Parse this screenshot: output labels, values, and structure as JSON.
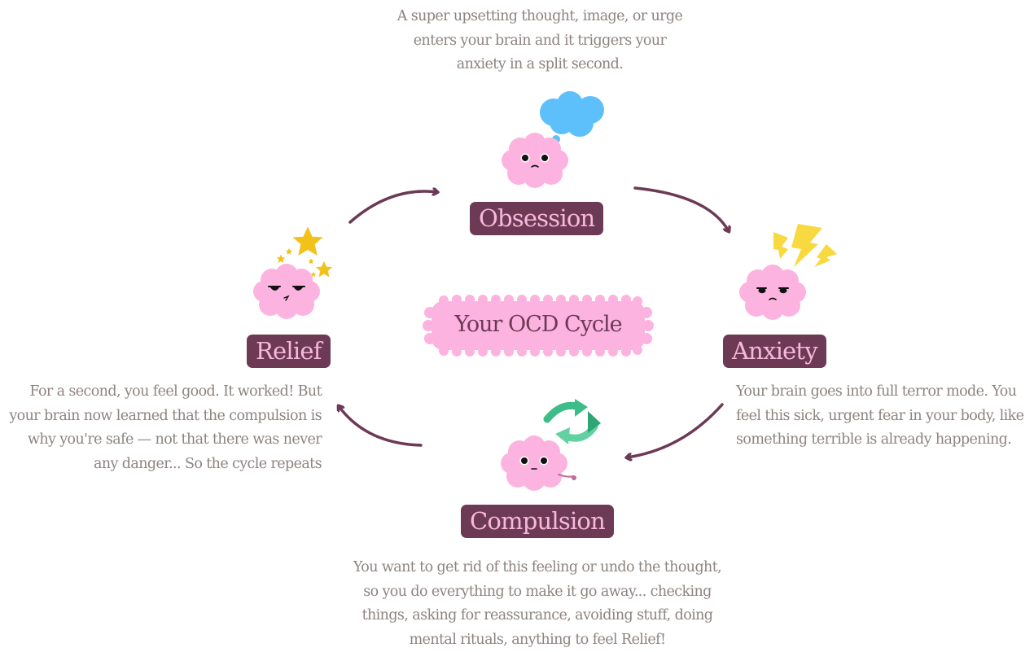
{
  "center": {
    "title": "Your OCD Cycle"
  },
  "stages": {
    "obsession": {
      "label": "Obsession",
      "description": "A super upsetting thought, image, or urge enters your brain and it triggers your anxiety in a split second."
    },
    "anxiety": {
      "label": "Anxiety",
      "description": "Your brain goes into full terror mode. You feel this sick, urgent fear in your body, like something terrible is already happening."
    },
    "compulsion": {
      "label": "Compulsion",
      "description": "You want to get rid of this feeling or undo the thought, so you do everything to make it go away... checking things, asking for reassurance, avoiding stuff, doing mental rituals, anything to feel Relief!"
    },
    "relief": {
      "label": "Relief",
      "description": "For a second, you feel good. It worked! But your brain now learned that the compulsion is why you're safe — not that there was never any danger... So the cycle repeats"
    }
  },
  "colors": {
    "background": "#ffffff",
    "label_bg": "#6d3a56",
    "label_text": "#f8b8dc",
    "brain_pink": "#fdb3df",
    "arrow": "#6d3a56",
    "description_text": "#8d8480",
    "thought_cloud": "#5ec0fb",
    "lightning": "#f8d93f",
    "star": "#f2c21a",
    "swirl_green": "#3ebd8a"
  },
  "icons": [
    "brain-character-icon",
    "thought-cloud-icon",
    "lightning-bolt-icon",
    "star-icon",
    "swirl-arrow-icon"
  ]
}
